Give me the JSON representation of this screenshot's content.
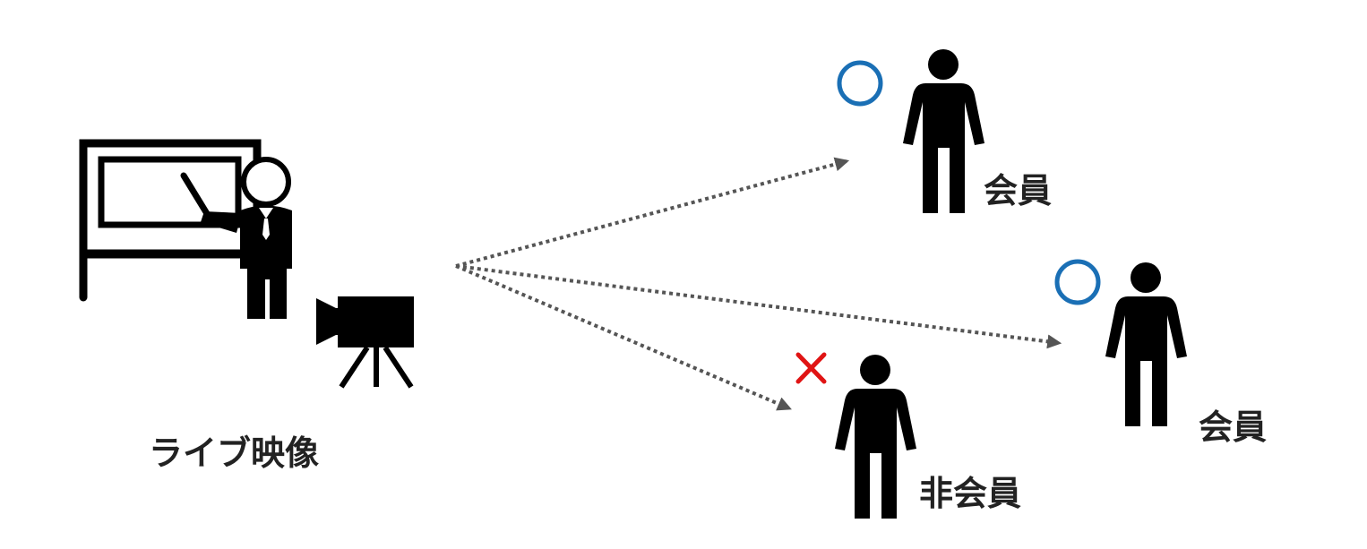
{
  "source_label": "ライブ映像",
  "viewers": [
    {
      "label": "会員",
      "status": "allowed",
      "status_symbol": "circle"
    },
    {
      "label": "会員",
      "status": "allowed",
      "status_symbol": "circle"
    },
    {
      "label": "非会員",
      "status": "denied",
      "status_symbol": "cross"
    }
  ],
  "icons": [
    "lecturer-at-whiteboard-icon",
    "video-camera-on-tripod-icon",
    "person-icon"
  ],
  "colors": {
    "figure": "#000000",
    "arrow": "#555555",
    "allowed": "#1a6fb5",
    "denied": "#e01414",
    "text": "#222222"
  }
}
